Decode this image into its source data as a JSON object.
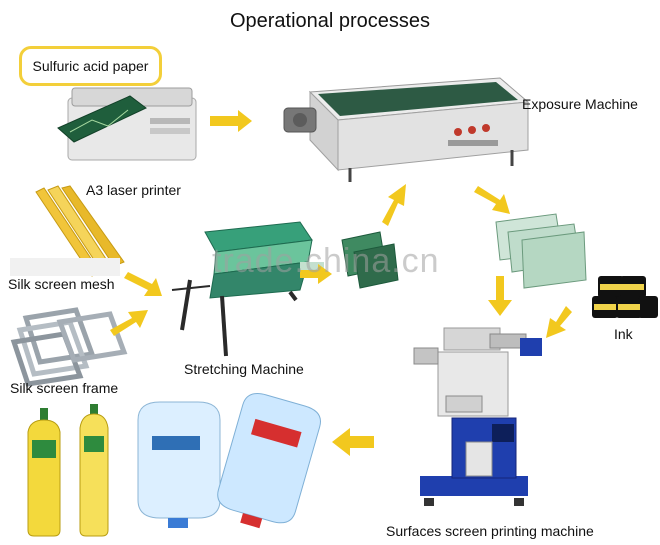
{
  "title": "Operational processes",
  "labels": {
    "sulfuric_acid_paper": "Sulfuric acid paper",
    "laser_printer": "A3 laser printer",
    "exposure_machine": "Exposure Machine",
    "silk_screen_mesh": "Silk screen mesh",
    "stretching_machine": "Stretching Machine",
    "silk_screen_frame": "Silk screen frame",
    "ink": "Ink",
    "screen_printing_machine": "Surfaces screen printing machine"
  },
  "watermark": "trade.china.cn",
  "colors": {
    "arrow": "#f2c81e",
    "callout_border": "#f3cf3a",
    "machine_blue": "#1f3fae",
    "screen_green": "#2f6b4b"
  }
}
